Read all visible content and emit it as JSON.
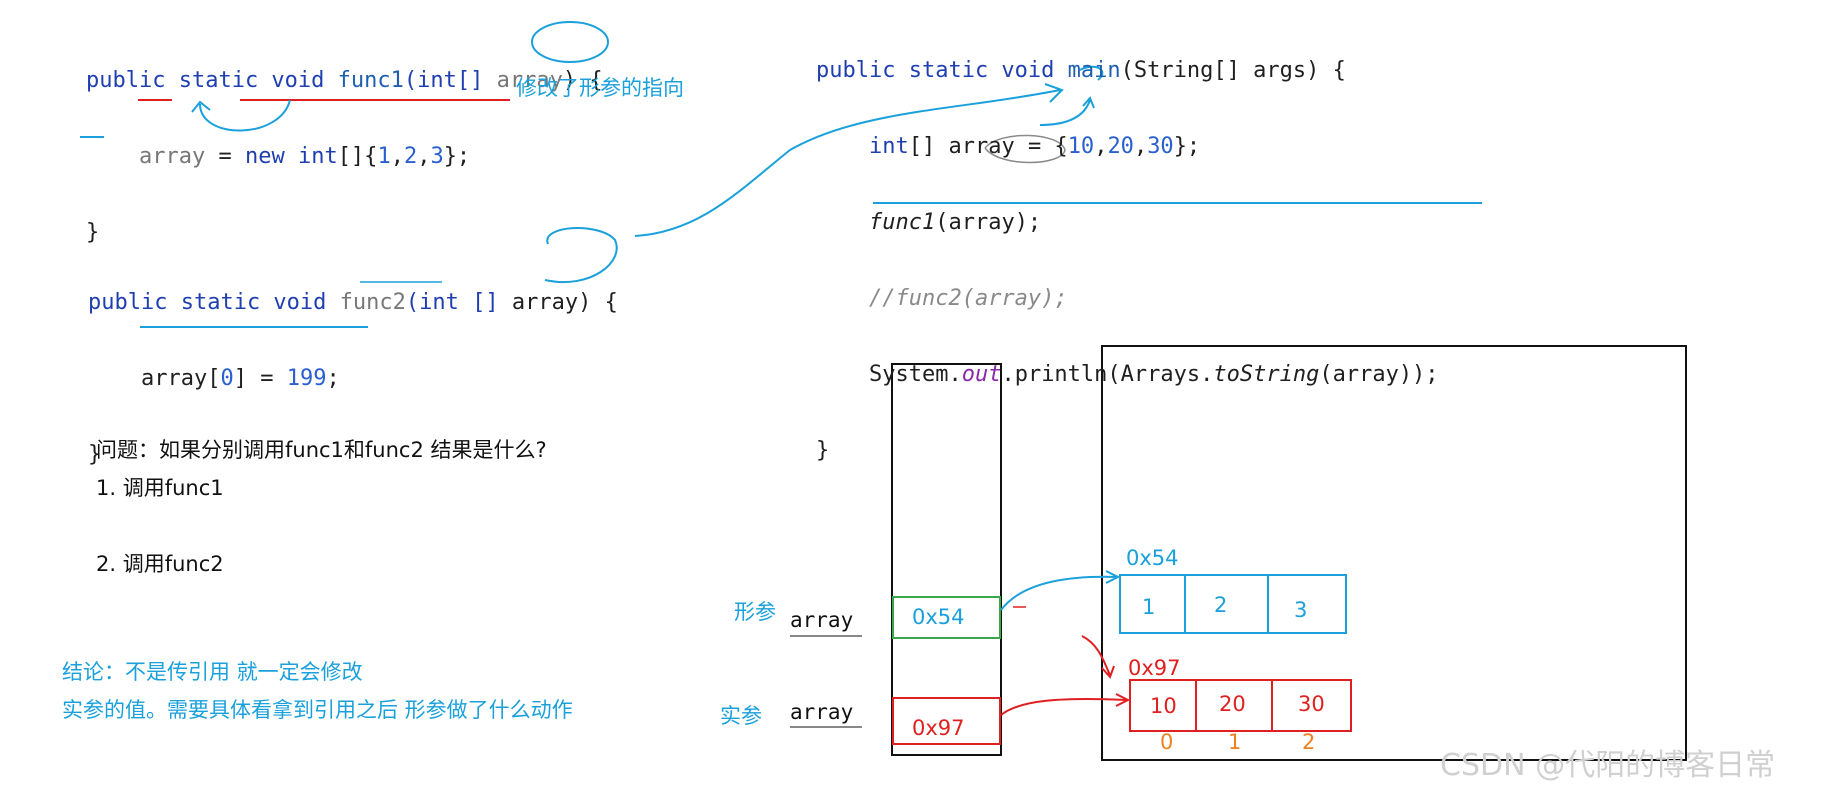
{
  "func1": {
    "line1": {
      "kw": "public static void ",
      "name": "func1",
      "params_a": "(int[] ",
      "param": "array",
      "params_b": ") {"
    },
    "line2": {
      "lhs": "array",
      "eq": " = ",
      "new": "new int",
      "brackets": "[]{",
      "n1": "1",
      "c1": ",",
      "n2": "2",
      "c2": ",",
      "n3": "3",
      "end": "};"
    },
    "line3": "}",
    "note": "修改了形参的指向"
  },
  "func2": {
    "line1": {
      "kw": "public static void ",
      "name": "func2",
      "params_a": "(int [] ",
      "param": "array",
      "params_b": ") {"
    },
    "line2": {
      "lhs": "array[",
      "idx": "0",
      "mid": "] = ",
      "val": "199",
      "end": ";"
    },
    "line3": "}"
  },
  "main": {
    "line1": {
      "kw": "public static void ",
      "name": "main",
      "rest": "(String[] args) {"
    },
    "line2": {
      "type": "int",
      "a": "[] array = {",
      "n1": "10",
      "c1": ",",
      "n2": "20",
      "c2": ",",
      "n3": "30",
      "end": "};"
    },
    "line3": {
      "call": "func1",
      "rest": "(array);"
    },
    "line4": "//func2(array);",
    "line5": {
      "a": "System.",
      "out": "out",
      "b": ".println(Arrays.",
      "ts": "toString",
      "c": "(array));"
    },
    "line6": "}"
  },
  "question": {
    "title": "问题：如果分别调用func1和func2 结果是什么?",
    "item1": "1. 调用func1",
    "item2": "2. 调用func2"
  },
  "conclusion": {
    "line1": "结论：不是传引用 就一定会修改",
    "line2": "实参的值。需要具体看拿到引用之后 形参做了什么动作"
  },
  "stack": {
    "formal_label": "形参",
    "formal_var": "array",
    "formal_value": "0x54",
    "actual_label": "实参",
    "actual_var": "array",
    "actual_value": "0x97"
  },
  "heap": {
    "array1": {
      "address": "0x54",
      "values": [
        "1",
        "2",
        "3"
      ]
    },
    "array2": {
      "address": "0x97",
      "values": [
        "10",
        "20",
        "30"
      ],
      "indices": [
        "0",
        "1",
        "2"
      ]
    }
  },
  "watermark": "CSDN @代阳的博客日常",
  "colors": {
    "blue": "#1aa0db",
    "red": "#e02020",
    "green": "#3aa84a",
    "orange": "#f08020"
  }
}
